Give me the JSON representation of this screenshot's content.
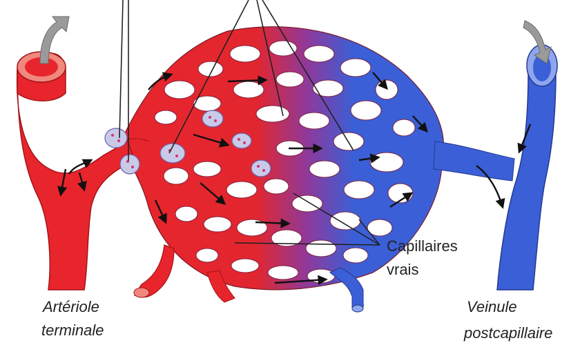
{
  "labels": {
    "arteriole_line1": "Artériole",
    "arteriole_line2": "terminale",
    "veinule_line1": "Veinule",
    "veinule_line2": "postcapillaire",
    "capillaires_line1": "Capillaires",
    "capillaires_line2": "vrais"
  },
  "colors": {
    "artery": "#e8252c",
    "artery_dark": "#a31418",
    "vein": "#3b5fd6",
    "vein_dark": "#24398f",
    "sphincter": "#c9c9e8",
    "arrow": "#111111",
    "flow_arrow": "#8f8f8f"
  },
  "icons": [
    "flow-arrow-icon",
    "sphincter-icon"
  ]
}
